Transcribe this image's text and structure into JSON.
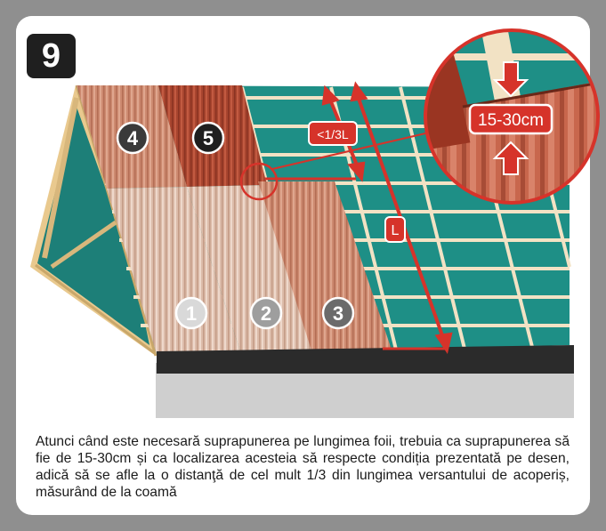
{
  "step_number": "9",
  "sheet_labels": [
    "1",
    "2",
    "3",
    "4",
    "5"
  ],
  "dimension_labels": {
    "overlap_position": "<1/3L",
    "slope_length": "L",
    "overlap_range": "15-30cm"
  },
  "caption": "Atunci când este necesară suprapunerea pe lungimea foii, trebuia ca suprapunerea să fie de 15-30cm și ca localizarea acesteia să respecte condiția prezentată pe desen, adică să se afle la o distanţă de cel mult 1/3 din lungimea versantului de acoperiș, măsurând de la coamă",
  "colors": {
    "frame": "#8f8f8f",
    "membrane": "#1e8f86",
    "sheet_light": "#d9b7a5",
    "sheet_mid": "#c9836a",
    "sheet_dark": "#a9442f",
    "accent_red": "#d6332a",
    "batten": "#f2e2c4"
  }
}
